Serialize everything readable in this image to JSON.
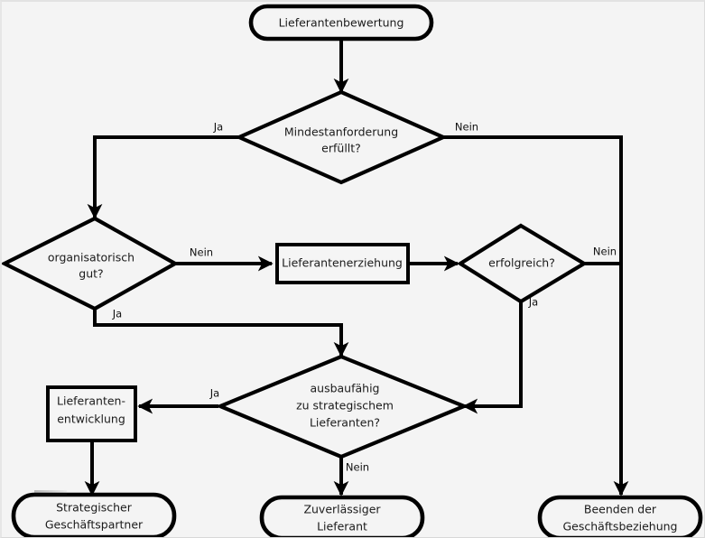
{
  "diagram": {
    "title": "Lieferantenbewertung",
    "language": "de",
    "background_color": "#f4f4f4",
    "line_color": "#000000",
    "text_color": "#1a1a1a",
    "nodes": {
      "start": {
        "label": "Lieferantenbewertung",
        "shape": "terminator"
      },
      "d1": {
        "label_line1": "Mindestanforderung",
        "label_line2": "erfüllt?",
        "shape": "decision"
      },
      "d2": {
        "label_line1": "organisatorisch",
        "label_line2": "gut?",
        "shape": "decision"
      },
      "p1": {
        "label": "Lieferantenerziehung",
        "shape": "process"
      },
      "d3": {
        "label": "erfolgreich?",
        "shape": "decision"
      },
      "d4": {
        "label_line1": "ausbaufähig",
        "label_line2": "zu strategischem",
        "label_line3": "Lieferanten?",
        "shape": "decision"
      },
      "p2": {
        "label_line1": "Lieferanten-",
        "label_line2": "entwicklung",
        "shape": "process"
      },
      "end1": {
        "label_line1": "Strategischer",
        "label_line2": "Geschäftspartner",
        "shape": "terminator"
      },
      "end2": {
        "label_line1": "Zuverlässiger",
        "label_line2": "Lieferant",
        "shape": "terminator"
      },
      "end3": {
        "label_line1": "Beenden der",
        "label_line2": "Geschäftsbeziehung",
        "shape": "terminator"
      }
    },
    "edge_labels": {
      "d1_ja": "Ja",
      "d1_nein": "Nein",
      "d2_nein": "Nein",
      "d2_ja": "Ja",
      "d3_nein": "Nein",
      "d3_ja": "Ja",
      "d4_ja": "Ja",
      "d4_nein": "Nein"
    }
  }
}
